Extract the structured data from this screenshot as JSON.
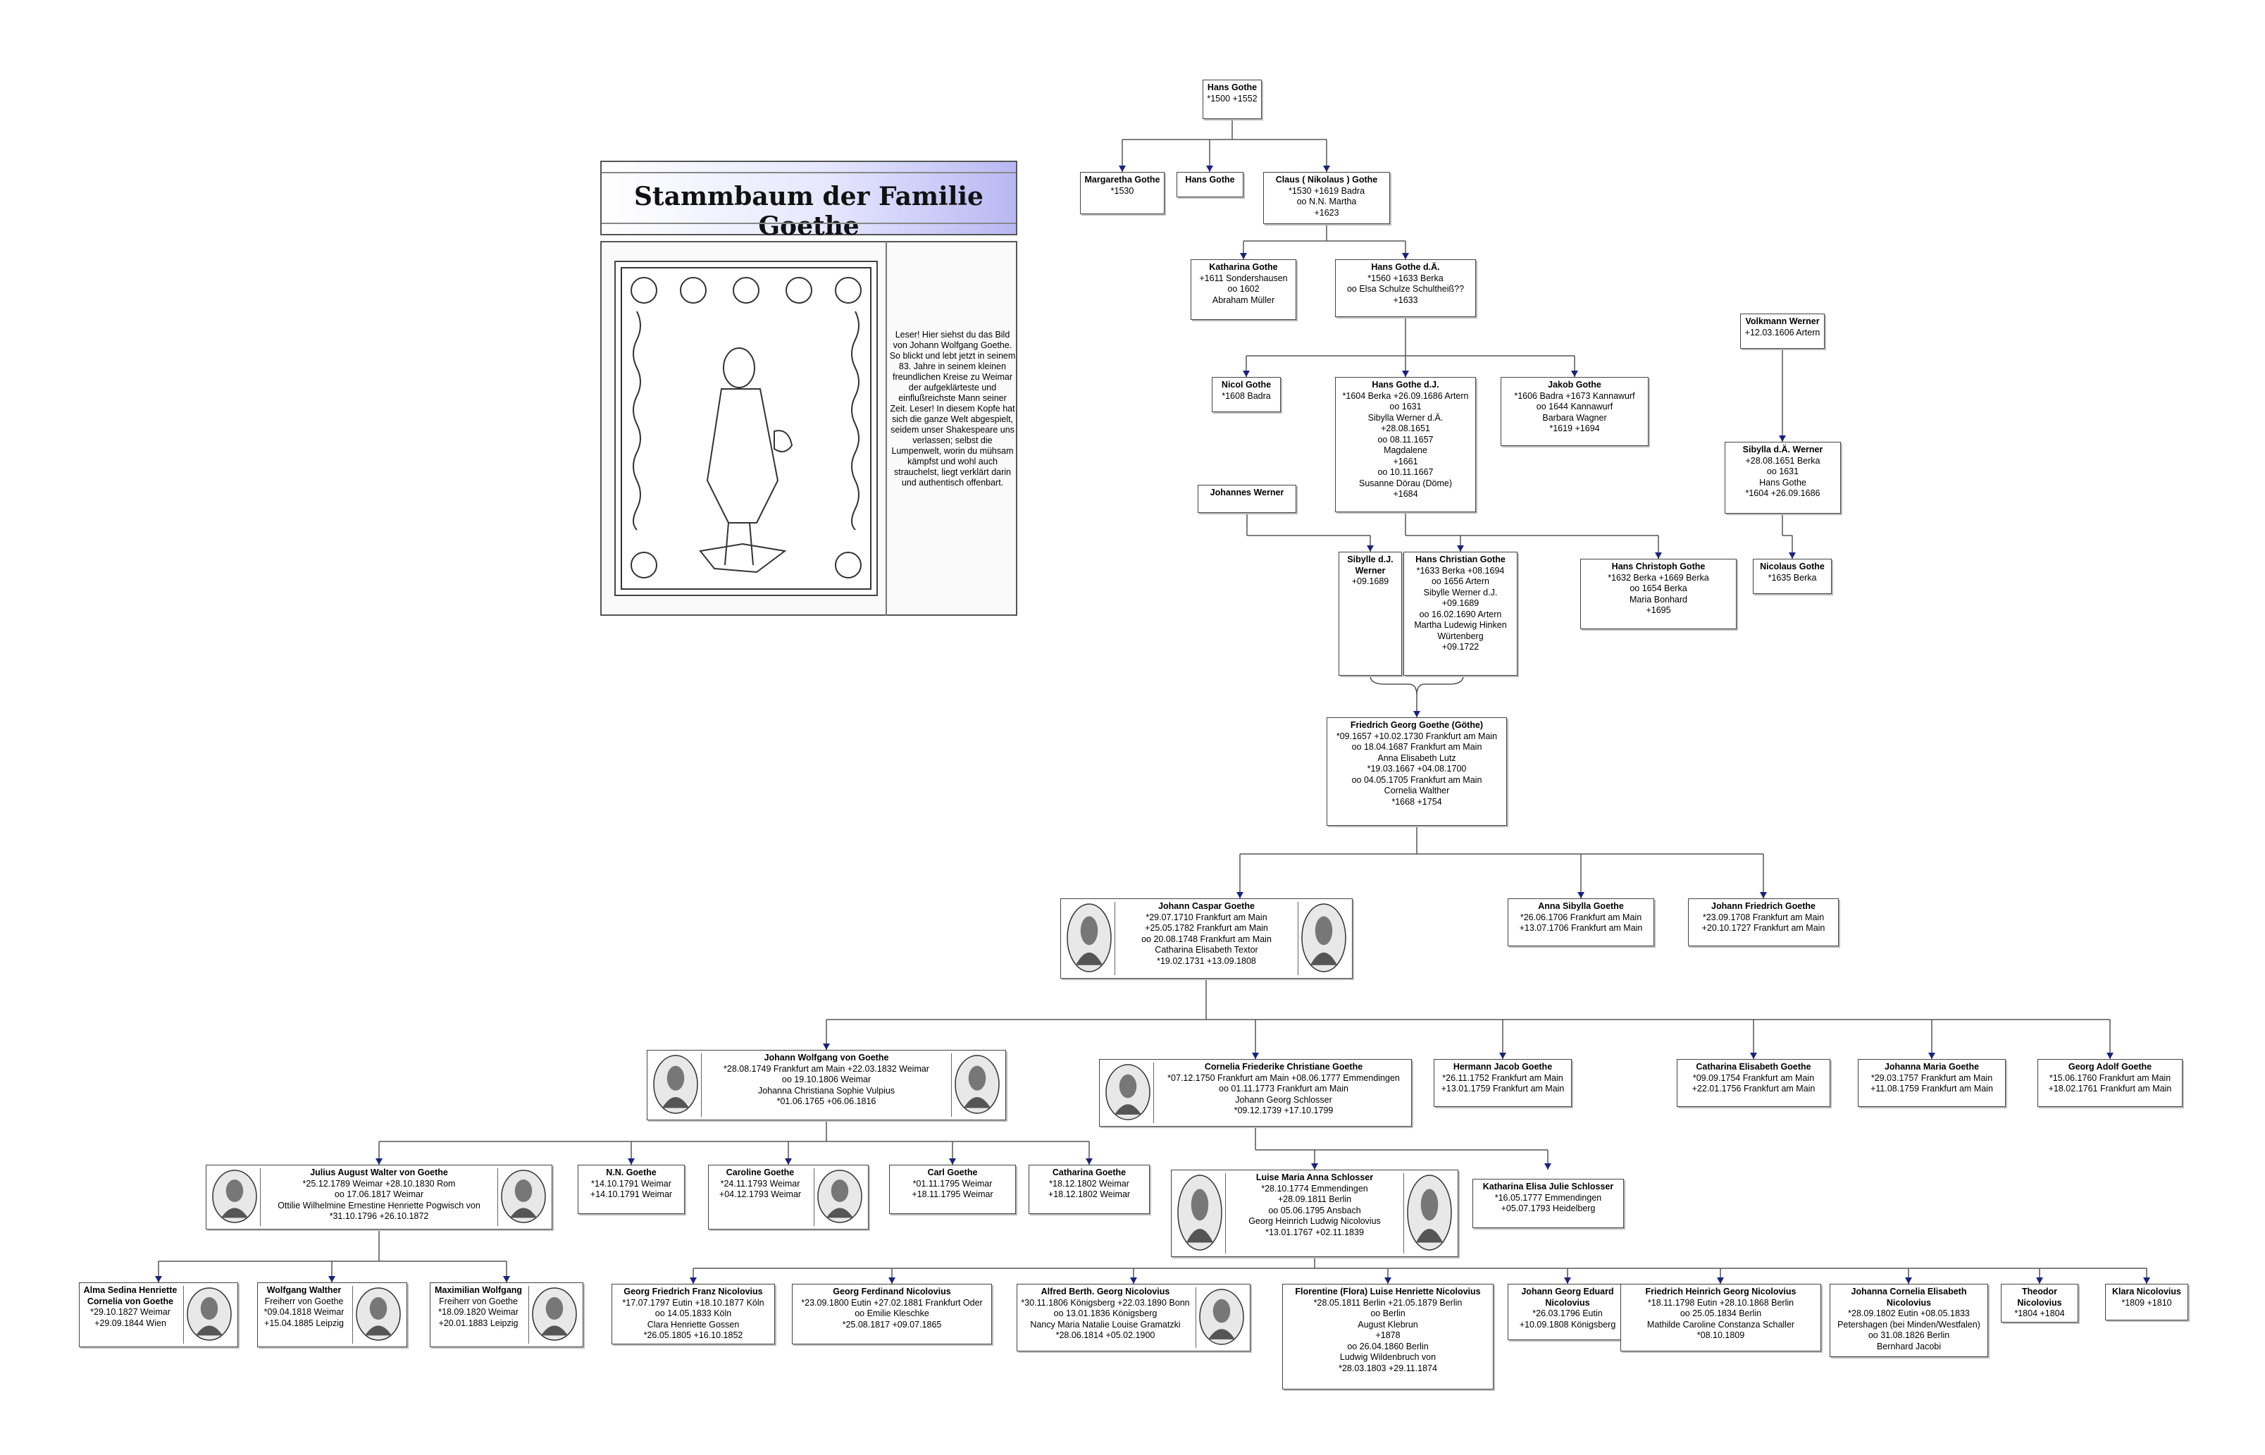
{
  "title": "Stammbaum der Familie Goethe",
  "intro_text": "Leser! Hier siehst du das Bild von Johann Wolfgang Goethe. So blickt und lebt jetzt in seinem 83. Jahre in seinem kleinen freundlichen Kreise zu Weimar der aufgeklärteste und einflußreichste Mann seiner Zeit. Leser! In diesem Kopfe hat sich die ganze Welt abgespielt, seidem unser Shakespeare uns verlassen; selbst die Lumpenwelt, worin du mühsam kämpfst und wohl auch strauchelst, liegt verklärt darin und authentisch offenbart.",
  "persons": [
    {
      "id": "hans1",
      "name": "Hans Gothe",
      "lines": [
        "*1500 +1552"
      ]
    },
    {
      "id": "margaretha",
      "name": "Margaretha Gothe",
      "lines": [
        "*1530"
      ]
    },
    {
      "id": "hans2",
      "name": "Hans Gothe",
      "lines": []
    },
    {
      "id": "claus",
      "name": "Claus ( Nikolaus ) Gothe",
      "lines": [
        "*1530 +1619 Badra",
        "oo N.N. Martha",
        "+1623"
      ]
    },
    {
      "id": "katharina",
      "name": "Katharina Gothe",
      "lines": [
        "+1611 Sondershausen",
        "oo 1602",
        "Abraham Müller"
      ]
    },
    {
      "id": "hansA",
      "name": "Hans Gothe d.Ä.",
      "lines": [
        "*1560 +1633 Berka",
        "oo Elsa Schulze Schultheiß??",
        "+1633"
      ]
    },
    {
      "id": "nicol",
      "name": "Nicol Gothe",
      "lines": [
        "*1608 Badra"
      ]
    },
    {
      "id": "hansJ",
      "name": "Hans Gothe d.J.",
      "lines": [
        "*1604 Berka +26.09.1686 Artern",
        "oo 1631",
        "Sibylla Werner d.Ä.",
        "+28.08.1651",
        "oo 08.11.1657",
        "Magdalene",
        "+1661",
        "oo 10.11.1667",
        "Susanne Dörau (Döme)",
        "+1684"
      ]
    },
    {
      "id": "jakob",
      "name": "Jakob Gothe",
      "lines": [
        "*1606 Badra +1673 Kannawurf",
        "oo 1644 Kannawurf",
        "Barbara Wagner",
        "*1619 +1694"
      ]
    },
    {
      "id": "volkmann",
      "name": "Volkmann Werner",
      "lines": [
        "+12.03.1606 Artern"
      ]
    },
    {
      "id": "sibyllaA",
      "name": "Sibylla d.Ä. Werner",
      "lines": [
        "+28.08.1651 Berka",
        "oo 1631",
        "Hans Gothe",
        "*1604 +26.09.1686"
      ]
    },
    {
      "id": "johannesW",
      "name": "Johannes Werner",
      "lines": []
    },
    {
      "id": "sibylleJ",
      "name": "Sibylle d.J. Werner",
      "lines": [
        "+09.1689"
      ]
    },
    {
      "id": "hanschristian",
      "name": "Hans Christian Gothe",
      "lines": [
        "*1633 Berka +08.1694",
        "oo 1656 Artern",
        "Sibylle Werner d.J.",
        "+09.1689",
        "oo 16.02.1690 Artern",
        "Martha Ludewig Hinken",
        "Würtenberg",
        "+09.1722"
      ]
    },
    {
      "id": "hanschristoph",
      "name": "Hans Christoph Gothe",
      "lines": [
        "*1632 Berka +1669 Berka",
        "oo 1654 Berka",
        "Maria Bonhard",
        "+1695"
      ]
    },
    {
      "id": "nicolaus",
      "name": "Nicolaus Gothe",
      "lines": [
        "*1635 Berka"
      ]
    },
    {
      "id": "friedrichgeorg",
      "name": "Friedrich Georg Goethe (Göthe)",
      "lines": [
        "*09.1657 +10.02.1730 Frankfurt am Main",
        "oo 18.04.1687 Frankfurt am Main",
        "Anna Elisabeth Lutz",
        "*19.03.1667 +04.08.1700",
        "oo 04.05.1705 Frankfurt am Main",
        "Cornelia Walther",
        "*1668 +1754"
      ]
    },
    {
      "id": "johanncaspar",
      "name": "Johann Caspar Goethe",
      "lines": [
        "*29.07.1710 Frankfurt am Main",
        "+25.05.1782 Frankfurt am Main",
        "oo 20.08.1748 Frankfurt am Main",
        "Catharina Elisabeth Textor",
        "*19.02.1731 +13.09.1808"
      ]
    },
    {
      "id": "annasibylla",
      "name": "Anna Sibylla Goethe",
      "lines": [
        "*26.06.1706 Frankfurt am Main",
        "+13.07.1706 Frankfurt am Main"
      ]
    },
    {
      "id": "johannfriedrich",
      "name": "Johann Friedrich Goethe",
      "lines": [
        "*23.09.1708 Frankfurt am Main",
        "+20.10.1727 Frankfurt am Main"
      ]
    },
    {
      "id": "johannwolfgang",
      "name": "Johann Wolfgang von Goethe",
      "lines": [
        "*28.08.1749 Frankfurt am Main +22.03.1832 Weimar",
        "oo 19.10.1806 Weimar",
        "Johanna Christiana Sophie Vulpius",
        "*01.06.1765 +06.06.1816"
      ]
    },
    {
      "id": "cornelia",
      "name": "Cornelia Friederike Christiane Goethe",
      "lines": [
        "*07.12.1750 Frankfurt am Main +08.06.1777 Emmendingen",
        "oo 01.11.1773 Frankfurt am Main",
        "Johann Georg Schlosser",
        "*09.12.1739 +17.10.1799"
      ]
    },
    {
      "id": "hermannjacob",
      "name": "Hermann Jacob Goethe",
      "lines": [
        "*26.11.1752 Frankfurt am Main",
        "+13.01.1759 Frankfurt am Main"
      ]
    },
    {
      "id": "catharinaE",
      "name": "Catharina Elisabeth Goethe",
      "lines": [
        "*09.09.1754 Frankfurt am Main",
        "+22.01.1756 Frankfurt am Main"
      ]
    },
    {
      "id": "johannamaria",
      "name": "Johanna Maria Goethe",
      "lines": [
        "*29.03.1757 Frankfurt am Main",
        "+11.08.1759 Frankfurt am Main"
      ]
    },
    {
      "id": "georgadolf",
      "name": "Georg Adolf Goethe",
      "lines": [
        "*15.06.1760 Frankfurt am Main",
        "+18.02.1761 Frankfurt am Main"
      ]
    },
    {
      "id": "julius",
      "name": "Julius August Walter von Goethe",
      "lines": [
        "*25.12.1789 Weimar +28.10.1830 Rom",
        "oo 17.06.1817 Weimar",
        "Ottilie Wilhelmine Ernestine Henriette Pogwisch von",
        "*31.10.1796 +26.10.1872"
      ]
    },
    {
      "id": "nn",
      "name": "N.N. Goethe",
      "lines": [
        "*14.10.1791 Weimar",
        "+14.10.1791 Weimar"
      ]
    },
    {
      "id": "caroline",
      "name": "Caroline Goethe",
      "lines": [
        "*24.11.1793 Weimar",
        "+04.12.1793 Weimar"
      ]
    },
    {
      "id": "carl",
      "name": "Carl Goethe",
      "lines": [
        "*01.11.1795 Weimar",
        "+18.11.1795 Weimar"
      ]
    },
    {
      "id": "catharina2",
      "name": "Catharina Goethe",
      "lines": [
        "*18.12.1802 Weimar",
        "+18.12.1802 Weimar"
      ]
    },
    {
      "id": "luise",
      "name": "Luise Maria Anna Schlosser",
      "lines": [
        "*28.10.1774 Emmendingen",
        "+28.09.1811 Berlin",
        "oo 05.06.1795 Ansbach",
        "Georg Heinrich Ludwig Nicolovius",
        "*13.01.1767 +02.11.1839"
      ]
    },
    {
      "id": "katharinaelisa",
      "name": "Katharina Elisa Julie Schlosser",
      "lines": [
        "*16.05.1777 Emmendingen",
        "+05.07.1793 Heidelberg"
      ]
    },
    {
      "id": "alma",
      "name": "Alma Sedina Henriette Cornelia von Goethe",
      "lines": [
        "*29.10.1827 Weimar",
        "+29.09.1844 Wien"
      ]
    },
    {
      "id": "wolfgangW",
      "name": "Wolfgang Walther",
      "lines": [
        "Freiherr von Goethe",
        "*09.04.1818 Weimar",
        "+15.04.1885 Leipzig"
      ]
    },
    {
      "id": "maximilian",
      "name": "Maximilian Wolfgang",
      "lines": [
        "Freiherr von Goethe",
        "*18.09.1820 Weimar",
        "+20.01.1883 Leipzig"
      ]
    },
    {
      "id": "gfranz",
      "name": "Georg Friedrich Franz Nicolovius",
      "lines": [
        "*17.07.1797 Eutin +18.10.1877 Köln",
        "oo 14.05.1833 Köln",
        "Clara Henriette Gossen",
        "*26.05.1805 +16.10.1852"
      ]
    },
    {
      "id": "gferdinand",
      "name": "Georg Ferdinand Nicolovius",
      "lines": [
        "*23.09.1800 Eutin +27.02.1881 Frankfurt Oder",
        "oo Emilie Kleschke",
        "*25.08.1817 +09.07.1865"
      ]
    },
    {
      "id": "alfred",
      "name": "Alfred Berth. Georg Nicolovius",
      "lines": [
        "*30.11.1806 Königsberg +22.03.1890 Bonn",
        "oo 13.01.1836 Königsberg",
        "Nancy Maria Natalie Louise Gramatzki",
        "*28.06.1814 +05.02.1900"
      ]
    },
    {
      "id": "florentine",
      "name": "Florentine (Flora) Luise Henriette Nicolovius",
      "lines": [
        "*28.05.1811 Berlin +21.05.1879 Berlin",
        "oo Berlin",
        "August Klebrun",
        "+1878",
        "oo 26.04.1860 Berlin",
        "Ludwig Wildenbruch von",
        "*28.03.1803 +29.11.1874"
      ]
    },
    {
      "id": "johanngeorg",
      "name": "Johann Georg Eduard Nicolovius",
      "lines": [
        "*26.03.1796 Eutin",
        "+10.09.1808 Königsberg"
      ]
    },
    {
      "id": "friedrichheinrich",
      "name": "Friedrich Heinrich Georg Nicolovius",
      "lines": [
        "*18.11.1798 Eutin +28.10.1868 Berlin",
        "oo 25.05.1834 Berlin",
        "Mathilde Caroline Constanza Schaller",
        "*08.10.1809"
      ]
    },
    {
      "id": "johannacornelia",
      "name": "Johanna Cornelia Elisabeth Nicolovius",
      "lines": [
        "*28.09.1802 Eutin +08.05.1833",
        "Petershagen (bei Minden/Westfalen)",
        "oo 31.08.1826 Berlin",
        "Bernhard Jacobi"
      ]
    },
    {
      "id": "theodor",
      "name": "Theodor Nicolovius",
      "lines": [
        "*1804 +1804"
      ]
    },
    {
      "id": "klara",
      "name": "Klara Nicolovius",
      "lines": [
        "*1809 +1810"
      ]
    }
  ],
  "line_color": "#555555",
  "arrow_color": "#1a237e"
}
